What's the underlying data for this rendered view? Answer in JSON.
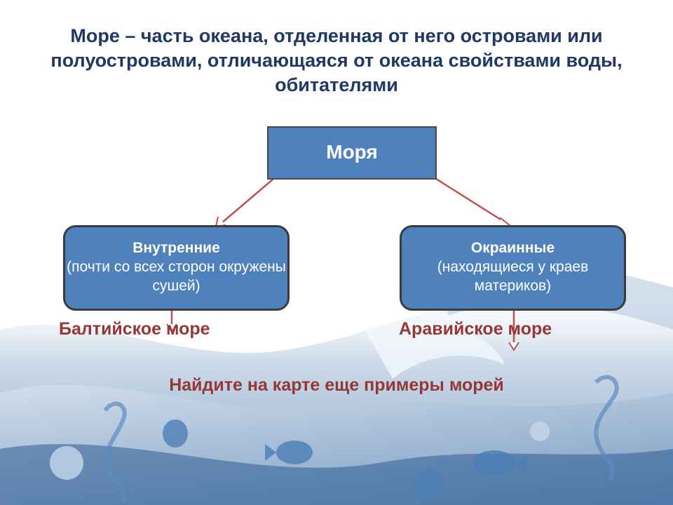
{
  "title": "Море – часть океана, отделенная от него островами или полуостровами, отличающаяся от океана свойствами воды, обитателями",
  "diagram": {
    "root": {
      "label": "Моря"
    },
    "children": [
      {
        "id": "inner",
        "heading": "Внутренние",
        "description": "(почти со всех сторон окружены сушей)",
        "example": "Балтийское море"
      },
      {
        "id": "marginal",
        "heading": "Окраинные",
        "description": "(находящиеся у краев материков)",
        "example": "Аравийское море"
      }
    ]
  },
  "task": "Найдите на карте еще примеры морей",
  "colors": {
    "title": "#1f3864",
    "box_fill": "#4f81bd",
    "box_text": "#ffffff",
    "arrow": "#c0504d",
    "accent_text": "#953735"
  }
}
